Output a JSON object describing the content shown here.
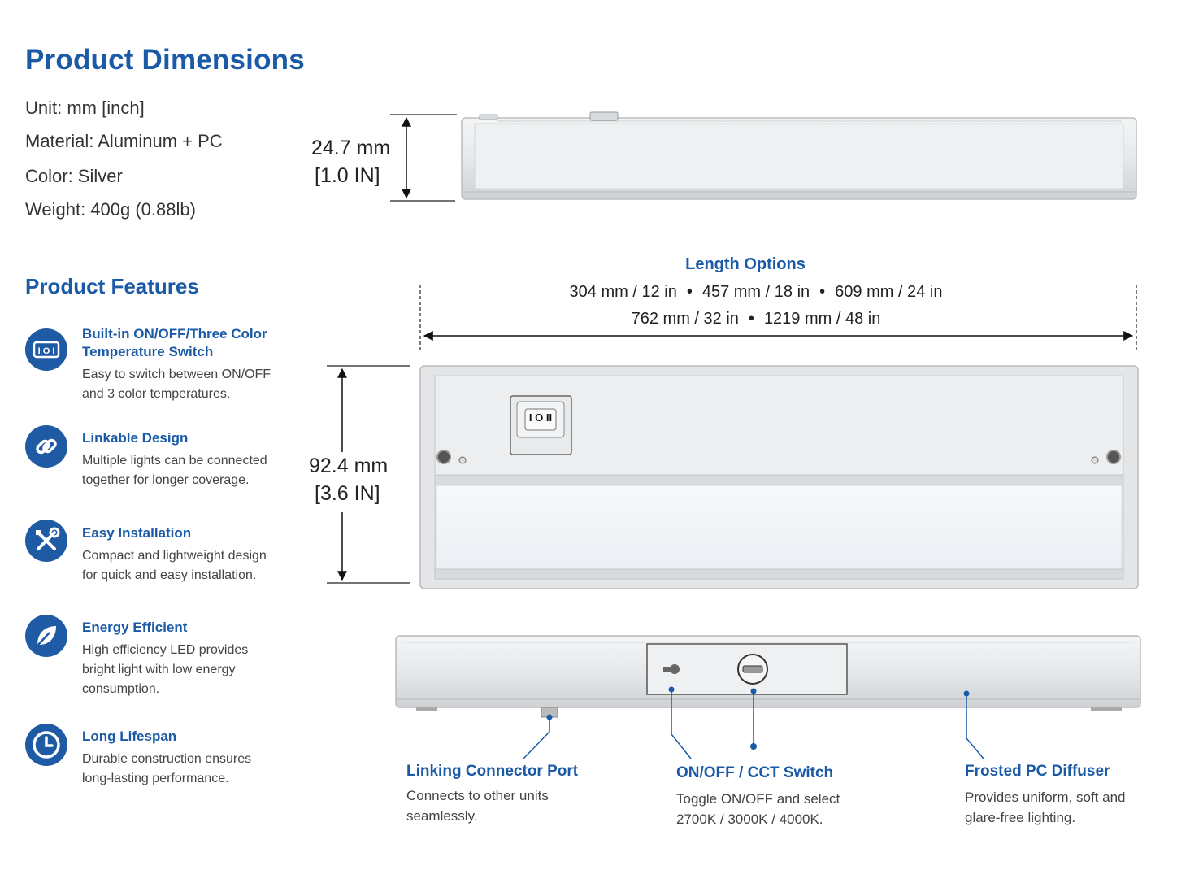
{
  "dimensions": {
    "title": "Product Dimensions",
    "specs": [
      "Unit: mm [inch]",
      "Material: Aluminum + PC",
      "Color: Silver",
      "Weight: 400g (0.88lb)"
    ]
  },
  "features": {
    "title": "Product Features",
    "items": [
      {
        "icon": "switch-icon",
        "title_lines": [
          "Built-in ON/OFF/Three Color",
          "Temperature Switch"
        ],
        "desc_lines": [
          "Easy to switch between ON/OFF",
          "and 3 color temperatures."
        ]
      },
      {
        "icon": "link-icon",
        "title_lines": [
          "Linkable Design"
        ],
        "desc_lines": [
          "Multiple lights can be connected",
          "together for longer coverage."
        ]
      },
      {
        "icon": "tools-icon",
        "title_lines": [
          "Easy Installation"
        ],
        "desc_lines": [
          "Compact and lightweight design",
          "for quick and easy installation."
        ]
      },
      {
        "icon": "leaf-icon",
        "title_lines": [
          "Energy Efficient"
        ],
        "desc_lines": [
          "High efficiency LED provides",
          "bright light with low energy",
          "consumption."
        ]
      },
      {
        "icon": "clock-icon",
        "title_lines": [
          "Long Lifespan"
        ],
        "desc_lines": [
          "Durable construction ensures",
          "long-lasting performance."
        ]
      }
    ]
  },
  "height_dim": {
    "mm": "24.7 mm",
    "inch": "[1.0 IN]"
  },
  "depth_dim": {
    "mm": "92.4 mm",
    "inch": "[3.6 IN]"
  },
  "length": {
    "title": "Length Options",
    "row1": [
      "304 mm / 12 in",
      "457 mm / 18 in",
      "609 mm / 24 in"
    ],
    "row2": [
      "762 mm / 32 in",
      "1219 mm / 48 in"
    ],
    "separator": "•"
  },
  "switch_label": "I O II",
  "callouts": [
    {
      "title": "Linking Connector Port",
      "desc_lines": [
        "Connects to other units",
        "seamlessly."
      ]
    },
    {
      "title": "ON/OFF / CCT Switch",
      "desc_lines": [
        "Toggle ON/OFF and select",
        "2700K / 3000K / 4000K."
      ]
    },
    {
      "title": "Frosted PC Diffuser",
      "desc_lines": [
        "Provides uniform, soft and",
        "glare-free lighting."
      ]
    }
  ],
  "colors": {
    "accent": "#1a5aa6",
    "icon_bg": "#1f5aa4",
    "silver": "#e4e6e8"
  }
}
